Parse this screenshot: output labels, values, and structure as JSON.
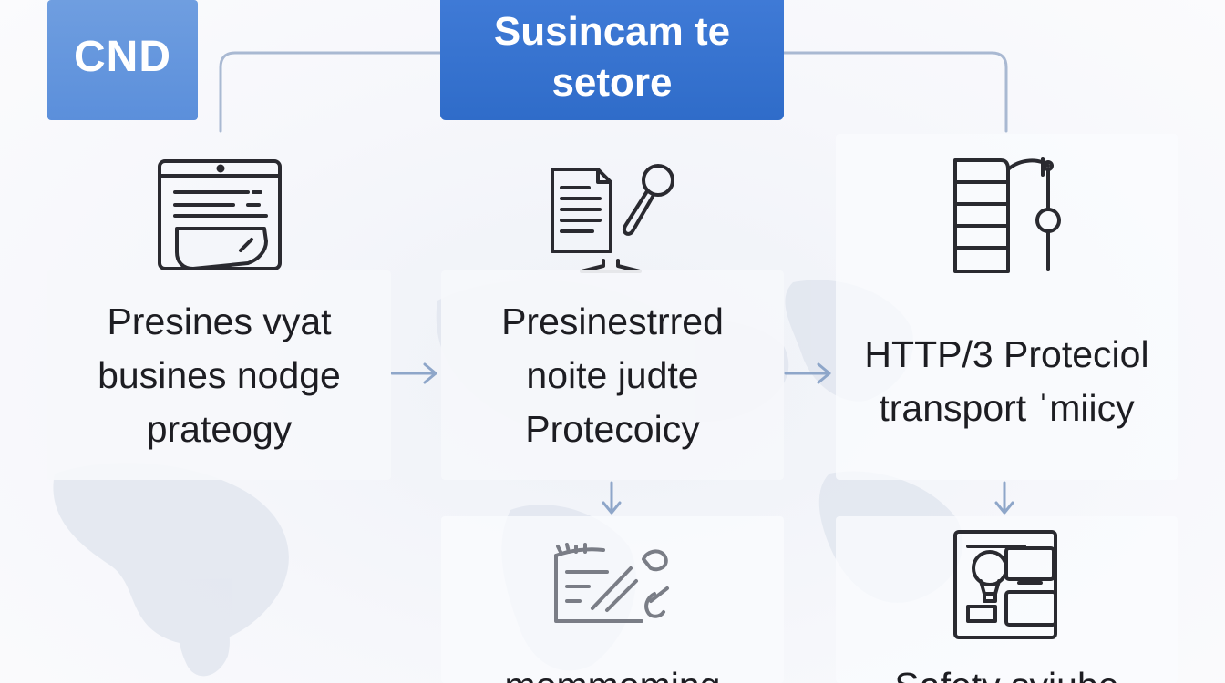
{
  "diagram": {
    "badge_label": "CND",
    "title": "Susincam te setore",
    "cards": [
      {
        "id": "left",
        "text": "Presines vyat busines nodge prateogy"
      },
      {
        "id": "middle",
        "text": "Presinestrred noite judte Protecoicy"
      },
      {
        "id": "right",
        "text": "HTTP/3 Proteciol transport ˈmiicy"
      }
    ],
    "bottom_labels": [
      {
        "id": "middle-bottom",
        "text": "mommoming"
      },
      {
        "id": "right-bottom",
        "text": "Safety syiube"
      }
    ],
    "icons": {
      "left": "browser-window-icon",
      "middle": "document-microphone-icon",
      "right": "server-rack-icon",
      "middle_bottom": "editing-document-icon",
      "right_bottom": "devices-balloon-icon"
    },
    "colors": {
      "badge": "#5b8fdb",
      "title": "#2f6cc9",
      "connector": "#9fb3cf",
      "arrow": "#8ea6c9",
      "text": "#1d1d22",
      "icon": "#2a2a30"
    }
  }
}
